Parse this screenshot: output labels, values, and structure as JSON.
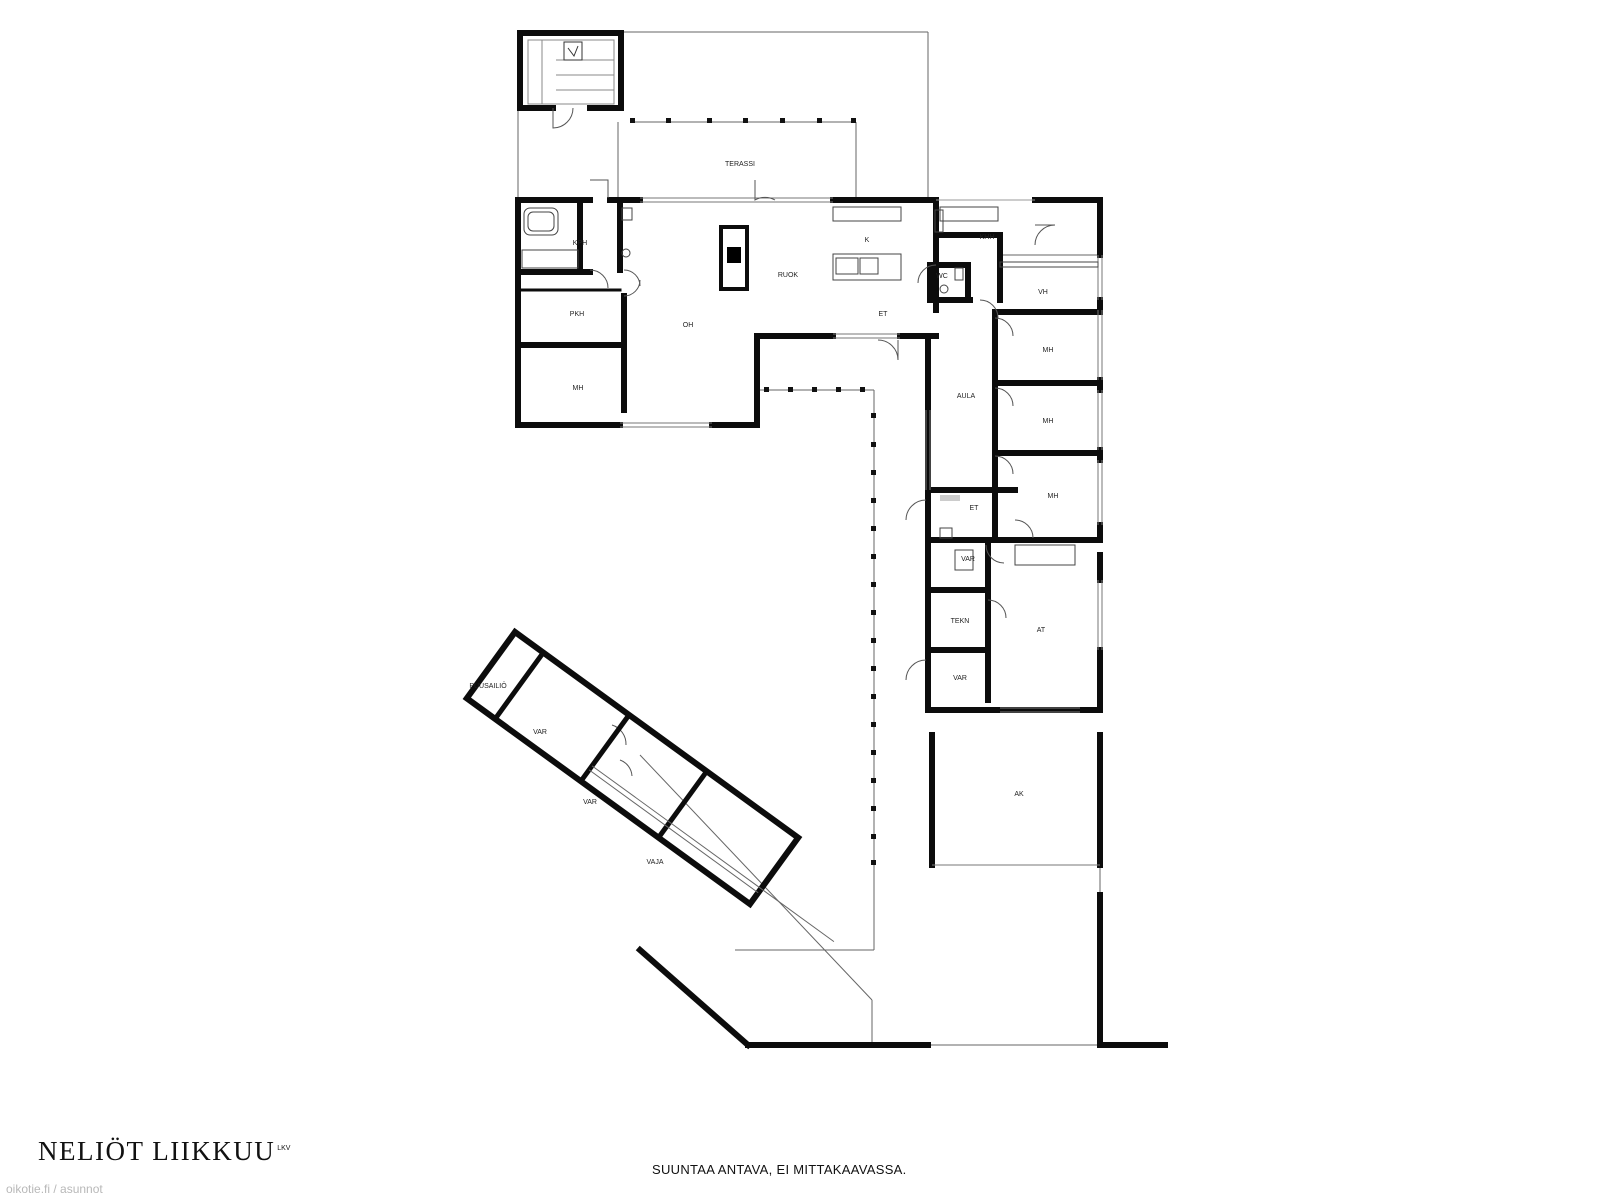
{
  "rooms": {
    "terassi": "TERASSI",
    "kph": "KPH",
    "k": "K",
    "khh": "KHH",
    "ruok": "RUOK",
    "wc": "WC",
    "vh": "VH",
    "pkh": "PKH",
    "oh": "OH",
    "et1": "ET",
    "mh1": "MH",
    "mh2": "MH",
    "mh3": "MH",
    "mh4": "MH",
    "aula": "AULA",
    "et2": "ET",
    "var1": "VAR",
    "tekn": "TEKN",
    "at": "AT",
    "var2": "VAR",
    "ak": "AK",
    "puusailio": "PUUSAILIÖ",
    "var3": "VAR",
    "var4": "VAR",
    "vaja": "VAJA"
  },
  "brand": {
    "name": "NELIÖT LIIKKUU",
    "suffix": "LKV"
  },
  "disclaimer": "SUUNTAA ANTAVA, EI MITTAKAAVASSA.",
  "source": "oikotie.fi / asunnot"
}
